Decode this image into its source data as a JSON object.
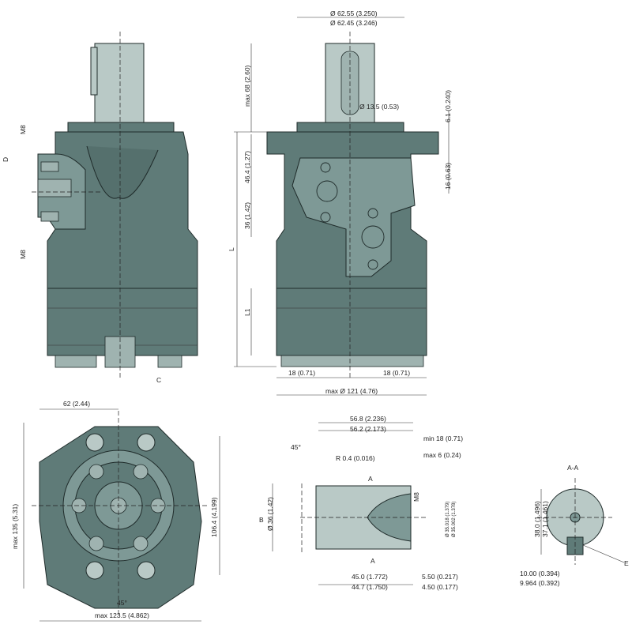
{
  "labels": {
    "d_outer_max": "Ø 62.55 (3.250)",
    "d_outer_min": "Ø 62.45 (3.246)",
    "max68": "max 68 (2.60)",
    "d13": "Ø 13.5 (0.53)",
    "l61": "6.1 (0.240)",
    "l16": "16 (0.63)",
    "l464": "46.4 (1.27)",
    "l36": "36 (1.42)",
    "L": "L",
    "L1": "L1",
    "left18": "18 (0.71)",
    "right18": "18 (0.71)",
    "max121": "max Ø 121 (4.76)",
    "M8_top": "M8",
    "D": "D",
    "M8_bot": "M8",
    "C": "C",
    "w62": "62 (2.44)",
    "max135": "max 135 (5.31)",
    "h1064": "106.4 (4.199)",
    "deg45_front": "45°",
    "max1235": "max 123.5 (4.862)",
    "l568": "56.8 (2.236)",
    "l562": "56.2 (2.173)",
    "min18": "min 18 (0.71)",
    "max6": "max 6 (0.24)",
    "deg45_shaft": "45°",
    "r04": "R 0.4 (0.016)",
    "A_top": "A",
    "A_bot": "A",
    "M8_shaft": "M8",
    "B": "B",
    "d36": "Ø 36 (1.42)",
    "d35a": "Ø 35.018 (1.379)",
    "d35b": "Ø 35.002 (1.378)",
    "l450": "45.0 (1.772)",
    "l447": "44.7 (1.750)",
    "l550": "5.50 (0.217)",
    "l450b": "4.50 (0.177)",
    "section": "A-A",
    "h380": "38.0 (1.496)",
    "h371": "37.1 (1.461)",
    "E": "E",
    "w1000": "10.00 (0.394)",
    "w9964": "9.964 (0.392)"
  },
  "colors": {
    "body": "#5f7b78",
    "shaft": "#b9c9c6"
  }
}
